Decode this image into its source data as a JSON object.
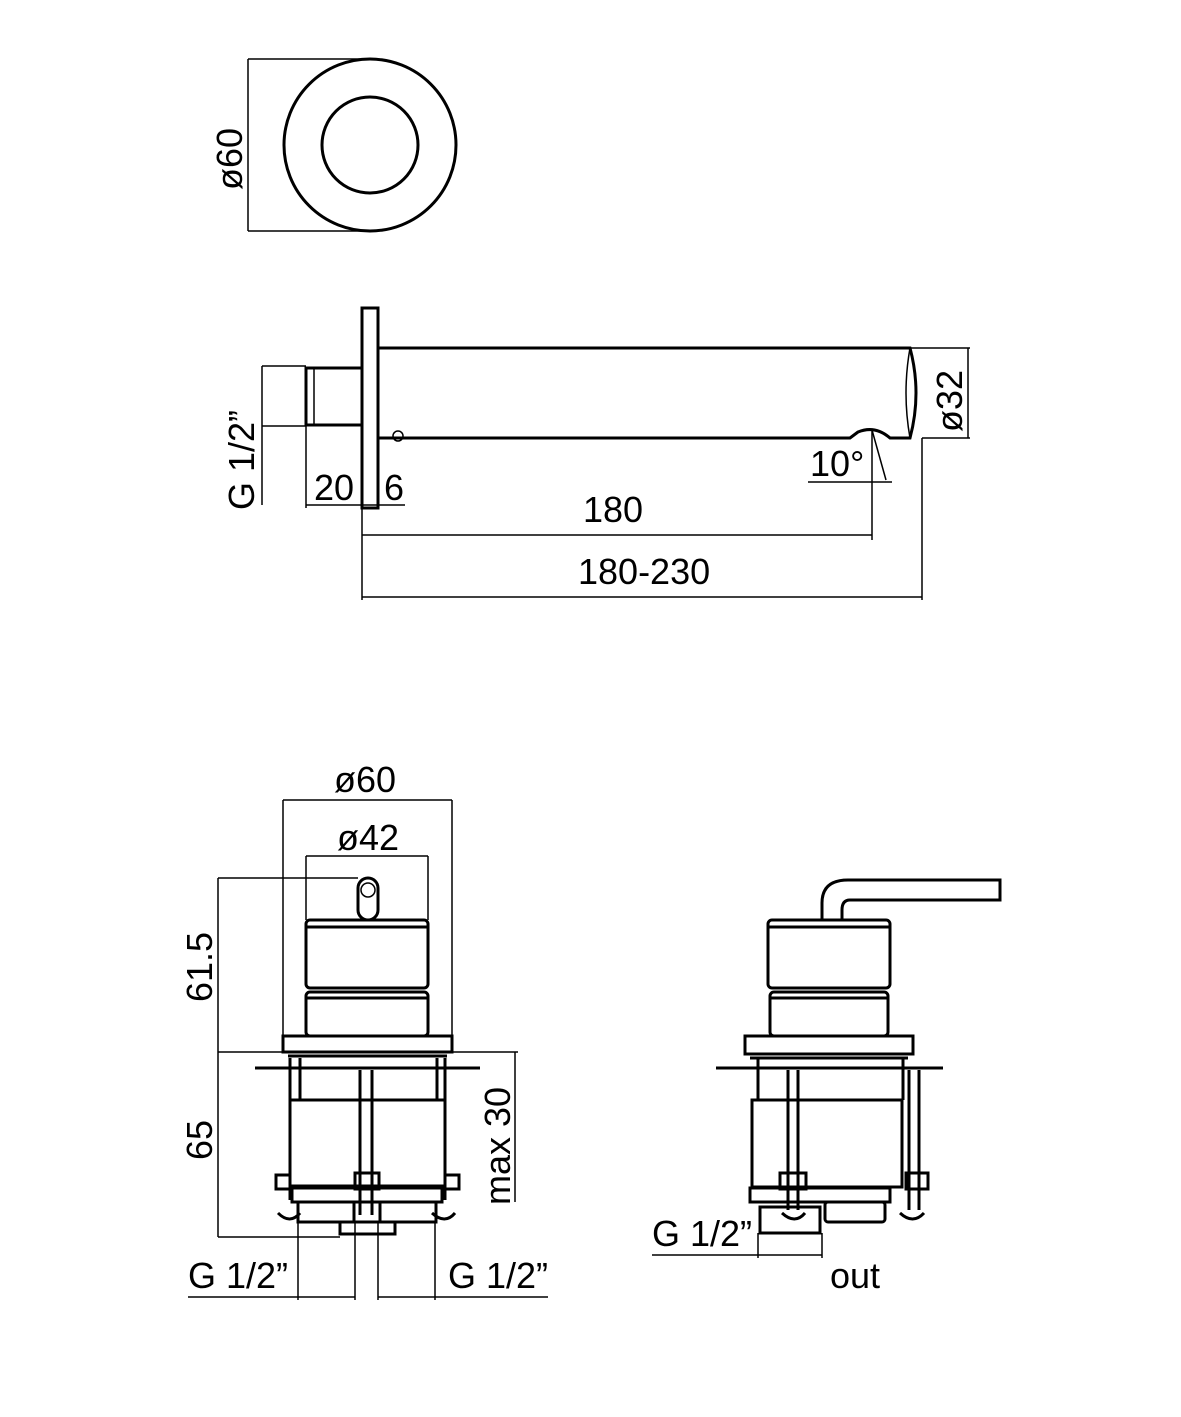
{
  "top_view": {
    "diameter_label": "ø60"
  },
  "spout_view": {
    "thread_label": "G 1/2”",
    "nipple_length_label": "20",
    "plate_thickness_label": "6",
    "projection_label": "180",
    "angle_label": "10°",
    "overall_length_label": "180-230",
    "spout_diameter_label": "ø32"
  },
  "mixer_front_view": {
    "plate_diameter_label": "ø60",
    "cap_diameter_label": "ø42",
    "height_above_label": "61.5",
    "depth_below_label": "65",
    "wall_label": "max 30",
    "inlet_left_label": "G 1/2”",
    "inlet_right_label": "G 1/2”"
  },
  "mixer_side_view": {
    "outlet_thread_label": "G 1/2”",
    "outlet_label": "out"
  }
}
